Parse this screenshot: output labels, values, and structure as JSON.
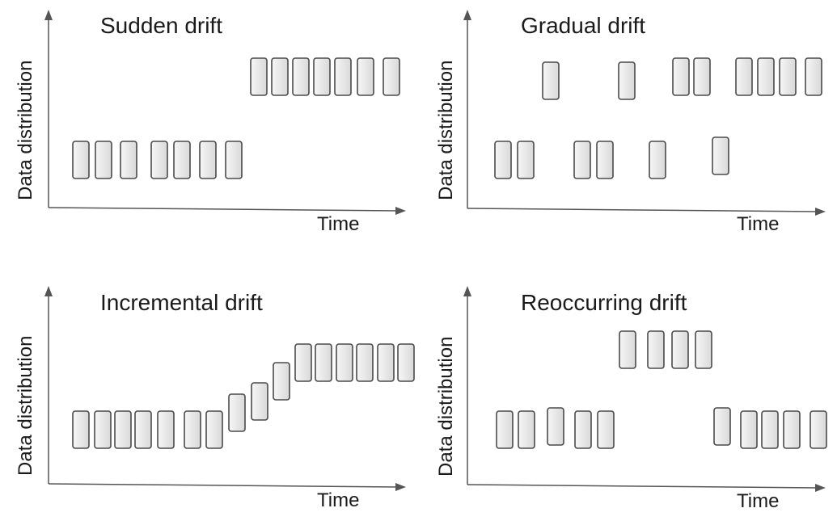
{
  "colors": {
    "axis": "#555555",
    "block_stroke": "#4a4a4a",
    "block_fill_light": "#f6f6f6",
    "block_fill_dark": "#d9d9d9"
  },
  "panels": [
    {
      "title": "Sudden drift",
      "xlabel": "Time",
      "ylabel": "Data distribution",
      "blocks": [
        {
          "time": 1,
          "level": "low"
        },
        {
          "time": 2,
          "level": "low"
        },
        {
          "time": 3,
          "level": "low"
        },
        {
          "time": 4,
          "level": "low"
        },
        {
          "time": 5,
          "level": "low"
        },
        {
          "time": 6,
          "level": "low"
        },
        {
          "time": 7,
          "level": "low"
        },
        {
          "time": 8,
          "level": "high"
        },
        {
          "time": 9,
          "level": "high"
        },
        {
          "time": 10,
          "level": "high"
        },
        {
          "time": 11,
          "level": "high"
        },
        {
          "time": 12,
          "level": "high"
        },
        {
          "time": 13,
          "level": "high"
        },
        {
          "time": 14,
          "level": "high"
        }
      ]
    },
    {
      "title": "Gradual drift",
      "xlabel": "Time",
      "ylabel": "Data distribution",
      "blocks": [
        {
          "time": 1,
          "level": "low"
        },
        {
          "time": 2,
          "level": "low"
        },
        {
          "time": 3,
          "level": "high"
        },
        {
          "time": 4,
          "level": "low"
        },
        {
          "time": 5,
          "level": "low"
        },
        {
          "time": 6,
          "level": "high"
        },
        {
          "time": 7,
          "level": "low"
        },
        {
          "time": 8,
          "level": "high"
        },
        {
          "time": 9,
          "level": "high"
        },
        {
          "time": 10,
          "level": "low"
        },
        {
          "time": 11,
          "level": "high"
        },
        {
          "time": 12,
          "level": "high"
        },
        {
          "time": 13,
          "level": "high"
        },
        {
          "time": 14,
          "level": "high"
        }
      ]
    },
    {
      "title": "Incremental drift",
      "xlabel": "Time",
      "ylabel": "Data distribution",
      "blocks": [
        {
          "time": 1,
          "level": 0
        },
        {
          "time": 2,
          "level": 0
        },
        {
          "time": 3,
          "level": 0
        },
        {
          "time": 4,
          "level": 0
        },
        {
          "time": 5,
          "level": 0
        },
        {
          "time": 6,
          "level": 0
        },
        {
          "time": 7,
          "level": 0
        },
        {
          "time": 8,
          "level": 0.25
        },
        {
          "time": 9,
          "level": 0.5
        },
        {
          "time": 10,
          "level": 0.75
        },
        {
          "time": 11,
          "level": 1
        },
        {
          "time": 12,
          "level": 1
        },
        {
          "time": 13,
          "level": 1
        },
        {
          "time": 14,
          "level": 1
        },
        {
          "time": 15,
          "level": 1
        },
        {
          "time": 16,
          "level": 1
        }
      ]
    },
    {
      "title": "Reoccurring drift",
      "xlabel": "Time",
      "ylabel": "Data distribution",
      "blocks": [
        {
          "time": 1,
          "level": "low"
        },
        {
          "time": 2,
          "level": "low"
        },
        {
          "time": 3,
          "level": "low"
        },
        {
          "time": 4,
          "level": "low"
        },
        {
          "time": 5,
          "level": "low"
        },
        {
          "time": 6,
          "level": "high"
        },
        {
          "time": 7,
          "level": "high"
        },
        {
          "time": 8,
          "level": "high"
        },
        {
          "time": 9,
          "level": "high"
        },
        {
          "time": 10,
          "level": "low"
        },
        {
          "time": 11,
          "level": "low"
        },
        {
          "time": 12,
          "level": "low"
        },
        {
          "time": 13,
          "level": "low"
        },
        {
          "time": 14,
          "level": "low"
        }
      ]
    }
  ]
}
